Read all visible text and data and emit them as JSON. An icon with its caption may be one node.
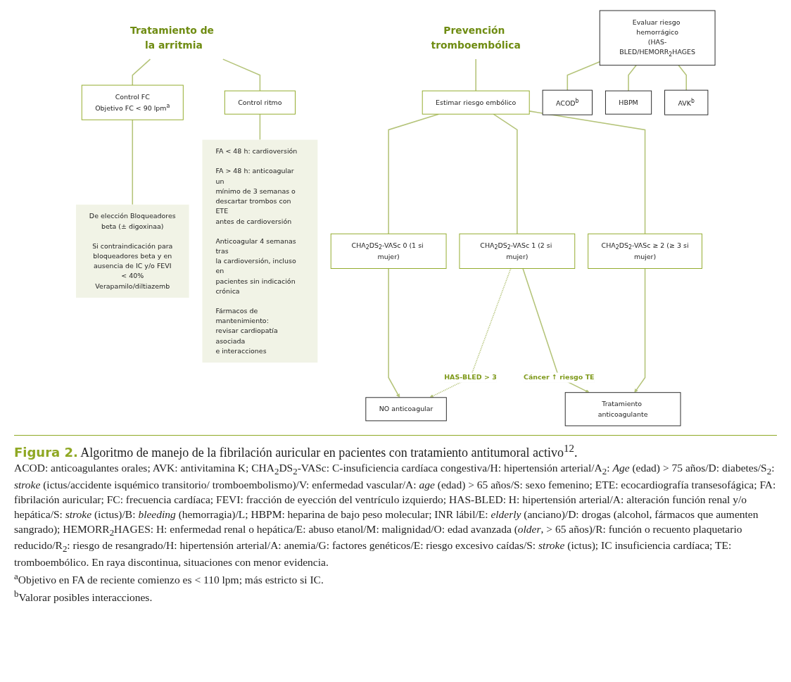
{
  "diagram": {
    "caption": "**Figura 2.** Algoritmo de manejo de la fibrilación auricular en pacientes con tratamiento antitumoral activo$^{12}$.",
    "nodes": [
      {
        "text": [
          "Tratamiento de la arritmia"
        ]
      },
      {
        "text": [
          "Control FC",
          "Objetivo FC < 90 lpm$^{a}$"
        ]
      },
      {
        "text": [
          "Control ritmo"
        ]
      },
      {
        "text": [
          "De elección Bloqueadores beta (± digoxinaa)",
          "Si contraindicación para bloqueadores beta y en ausencia de IC y/o FEVI < 40% Verapamilo/diltiazemb"
        ]
      },
      {
        "text": [
          "FA < 48 h: cardioversión",
          "FA > 48 h: anticoagular un mínimo de 3 semanas o descartar trombos con ETE antes de cardioversión",
          "Anticoagular 4 semanas tras la cardioversión, incluso en pacientes sin indicación crónica",
          "Fármacos de mantenimiento: revisar cardiopatía asociada e interacciones"
        ]
      },
      {
        "text": [
          "Prevención tromboembólica"
        ]
      },
      {
        "text": [
          "Estimar riesgo embólico"
        ]
      },
      {
        "text": [
          "CHA$_{2}$DS$_{2}$-VASc 0 (1 si mujer)"
        ]
      },
      {
        "text": [
          "CHA$_{2}$DS$_{2}$-VASc 1 (2 si mujer)"
        ]
      },
      {
        "text": [
          "CHA$_{2}$DS$_{2}$-VASc ≥ 2 (≥ 3 si mujer)"
        ]
      },
      {
        "text": [
          "NO anticoagular"
        ]
      },
      {
        "text": [
          "Tratamiento anticoagulante"
        ]
      },
      {
        "text": [
          "Evaluar riesgo hemorrágico (HAS-BLED/HEMORR$_{2}$HAGES"
        ]
      },
      {
        "text": [
          "ACOD$^{b}$"
        ]
      },
      {
        "text": [
          "HBPM"
        ]
      },
      {
        "text": [
          "AVK$^{b}$"
        ]
      }
    ],
    "edges": [
      {
        "from": 0,
        "to": 1,
        "arrow": "none"
      },
      {
        "from": 0,
        "to": 2,
        "arrow": "none"
      },
      {
        "from": 1,
        "to": 3,
        "arrow": "none"
      },
      {
        "from": 2,
        "to": 4,
        "arrow": "none"
      },
      {
        "from": 5,
        "to": 6,
        "arrow": "none"
      },
      {
        "from": 6,
        "to": 7,
        "arrow": "none"
      },
      {
        "from": 6,
        "to": 8,
        "arrow": "none"
      },
      {
        "from": 6,
        "to": 9,
        "arrow": "none"
      },
      {
        "from": 7,
        "to": 10,
        "arrow": "to"
      },
      {
        "from": 8,
        "to": 10,
        "arrow": "to",
        "label": "HAS-BLED > 3",
        "style": "dashed"
      },
      {
        "from": 8,
        "to": 11,
        "arrow": "to",
        "label": "Cáncer ↑ riesgo TE"
      },
      {
        "from": 9,
        "to": 11,
        "arrow": "to"
      },
      {
        "from": 12,
        "to": 13,
        "arrow": "none"
      },
      {
        "from": 12,
        "to": 14,
        "arrow": "none"
      },
      {
        "from": 12,
        "to": 15,
        "arrow": "none"
      }
    ],
    "labels": [
      "ACOD: anticoagulantes orales; AVK: antivitamina K; CHA$_{2}$DS$_{2}$-VASc: C-insuficiencia cardíaca congestiva/H: hipertensión arterial/A$_{2}$: *Age* (edad) > 75 años/D: diabetes/S$_{2}$: *stroke* (ictus/accidente isquémico transitorio/ tromboembolismo)/V: enfermedad vascular/A: *age* (edad) > 65 años/S: sexo femenino; ETE: ecocardiografía transesofágica; FA: fibrilación auricular; FC: frecuencia cardíaca; FEVI: fracción de eyección del ventrículo izquierdo; HAS-BLED: H: hipertensión arterial/A: alteración función renal y/o hepática/S: *stroke* (ictus)/B: *bleeding* (hemorragia)/L; HBPM: heparina de bajo peso molecular; INR lábil/E: *elderly* (anciano)/D: drogas (alcohol, fármacos que aumenten sangrado); HEMORR$_{2}$HAGES: H: enfermedad renal o hepática/E: abuso etanol/M: malignidad/O: edad avanzada (*older*, > 65 años)/R: función o recuento plaquetario reducido/R$_{2}$: riesgo de resangrado/H: hipertensión arterial/A: anemia/G: factores genéticos/E: riesgo excesivo caídas/S: *stroke* (ictus); IC insuficiencia cardíaca; TE: tromboembólico. En raya discontinua, situaciones con menor evidencia.",
      "$^{a}$Objetivo en FA de reciente comienzo es < 110 lpm; más estricto si IC.",
      "$^{b}$Valorar posibles interacciones."
    ]
  }
}
